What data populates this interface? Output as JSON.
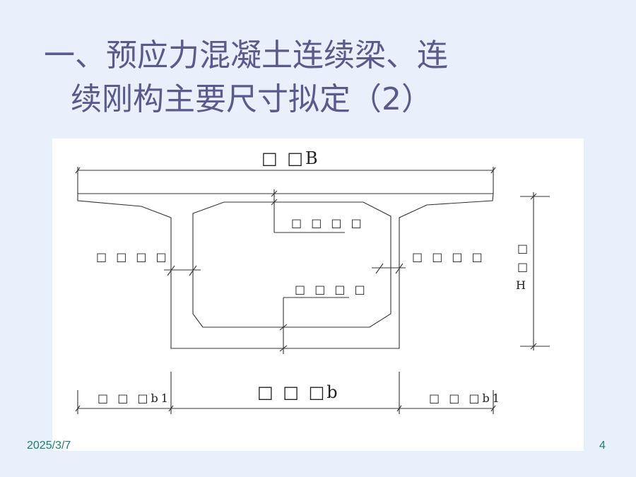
{
  "title": {
    "line1": "一、预应力混凝土连续梁、连",
    "line2": "续刚构主要尺寸拟定（2）"
  },
  "diagram": {
    "labels": {
      "top_width": "□ □B",
      "top_slab": "□ □ □ □",
      "web_left": "□ □ □ □",
      "web_right": "□ □ □ □",
      "bottom_slab": "□ □ □ □",
      "height_top": "□",
      "height_mid": "□",
      "height_sym": "H",
      "cantilever_left": "□ □ □b1",
      "box_width": "□ □ □b",
      "cantilever_right": "□ □ □b1"
    },
    "line_color": "#333333"
  },
  "footer": {
    "date": "2025/3/7",
    "page": "4"
  }
}
